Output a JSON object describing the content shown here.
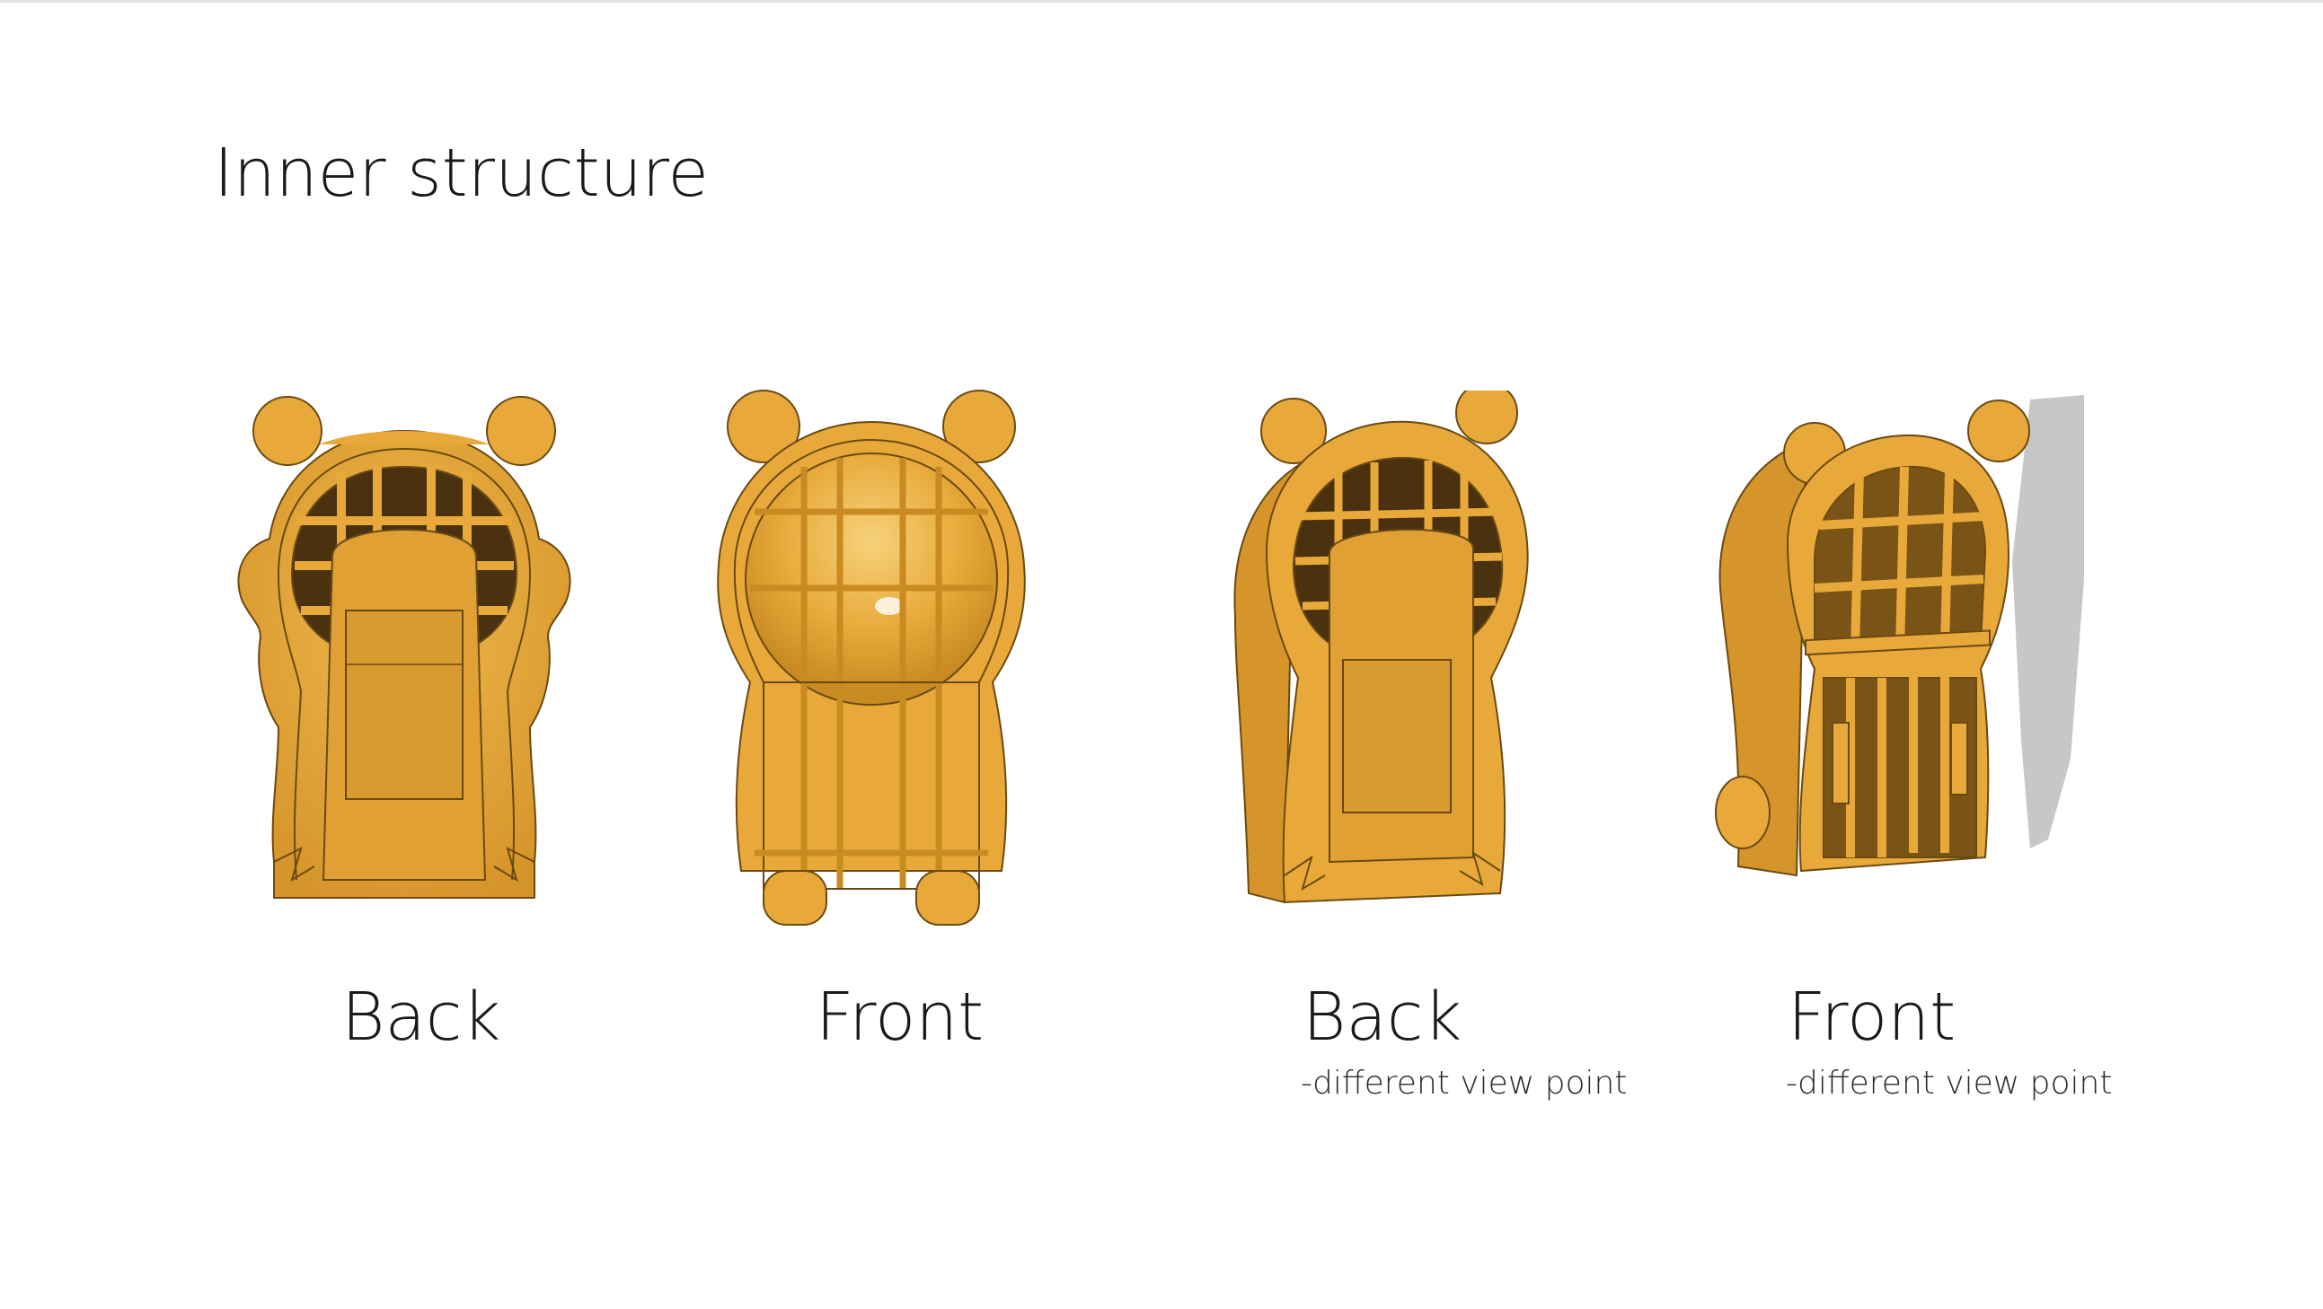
{
  "page": {
    "title": "Inner structure"
  },
  "views": [
    {
      "name": "Back",
      "subtitle": ""
    },
    {
      "name": "Front",
      "subtitle": ""
    },
    {
      "name": "Back",
      "subtitle": "-different view point"
    },
    {
      "name": "Front",
      "subtitle": "-different view point"
    }
  ],
  "colors": {
    "body": "#E8A93A",
    "body_dark": "#B97F1E",
    "body_light": "#F3C25F",
    "edge": "#6B4A12",
    "shadow": "#BDBDBD"
  }
}
